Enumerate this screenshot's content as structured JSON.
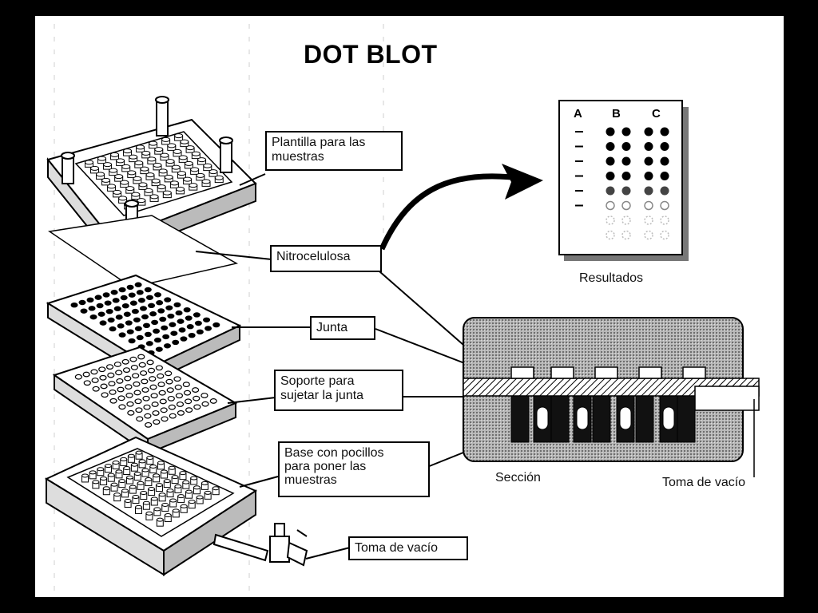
{
  "title": "DOT BLOT",
  "labels": {
    "plantilla": "Plantilla para las\nmuestras",
    "nitro": "Nitrocelulosa",
    "junta": "Junta",
    "soporte": "Soporte para\nsujetar la junta",
    "base": "Base con pocillos\npara poner las\nmuestras",
    "toma_left": "Toma de vacío",
    "resultados": "Resultados",
    "seccion": "Sección",
    "toma_right": "Toma de vacío"
  },
  "results": {
    "columns": [
      "A",
      "B",
      "C"
    ],
    "rows": 8
  },
  "colors": {
    "ink": "#000000",
    "paper": "#ffffff",
    "stipple": "#9a9a9a"
  }
}
